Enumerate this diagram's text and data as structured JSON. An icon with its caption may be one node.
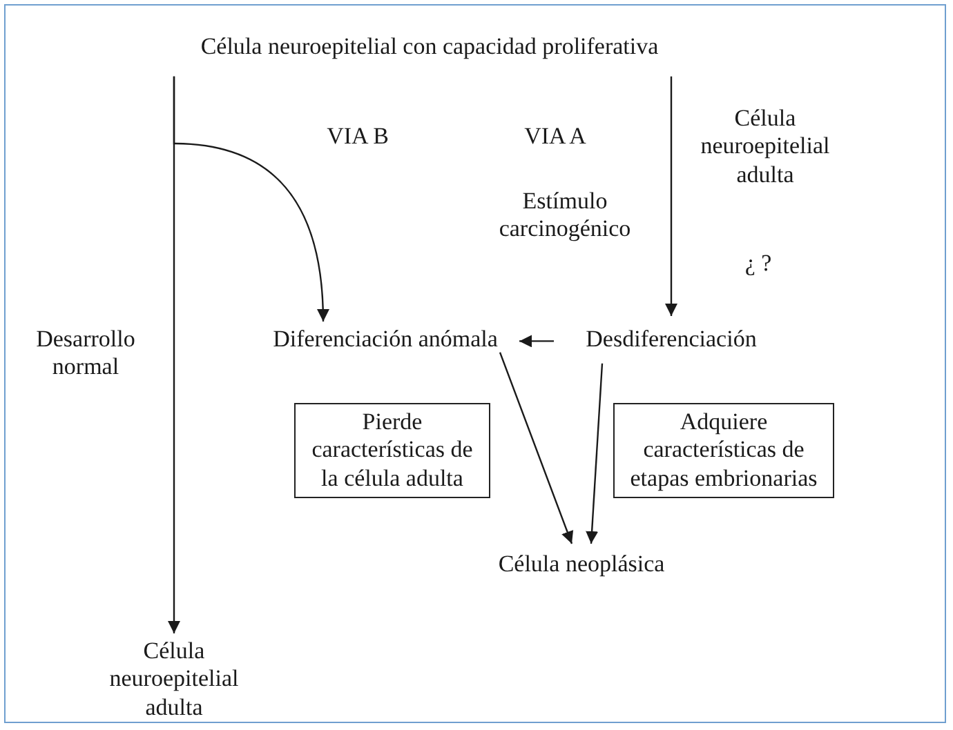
{
  "diagram": {
    "nodes": [
      {
        "text": [
          "Célula neuroepitelial con capacidad proliferativa"
        ]
      },
      {
        "text": [
          "Célula neuroepitelial adulta"
        ]
      },
      {
        "text": [
          "Diferenciación anómala"
        ]
      },
      {
        "text": [
          "Desdiferenciación"
        ]
      },
      {
        "text": [
          "Célula neoplásica"
        ]
      },
      {
        "text": [
          "Célula neuroepitelial adulta"
        ]
      },
      {
        "text": [
          "Pierde características de la célula adulta"
        ]
      },
      {
        "text": [
          "Adquiere características de etapas embrionarias"
        ]
      }
    ],
    "edges": [
      {
        "from": 0,
        "to": 5,
        "arrow": "to"
      },
      {
        "from": 0,
        "to": 2,
        "arrow": "to"
      },
      {
        "from": 0,
        "to": 3,
        "arrow": "to"
      },
      {
        "from": 3,
        "to": 2,
        "arrow": "to"
      },
      {
        "from": 2,
        "to": 4,
        "arrow": "to"
      },
      {
        "from": 3,
        "to": 4,
        "arrow": "to"
      }
    ],
    "labels": [
      "VIA B",
      "VIA A",
      "Estímulo carcinogénico",
      "¿ ?",
      "Desarrollo normal"
    ]
  }
}
